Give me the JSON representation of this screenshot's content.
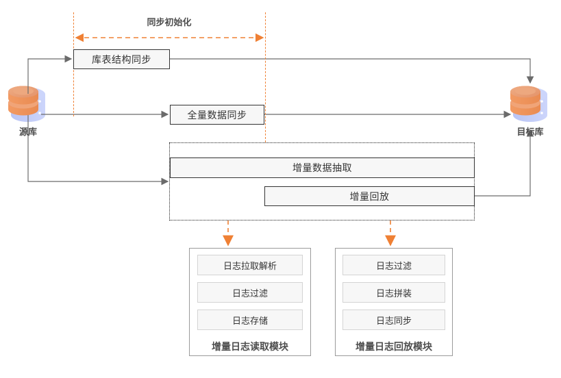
{
  "diagram": {
    "title_span": "同步初始化",
    "colors": {
      "accent_orange": "#ef8034",
      "box_fill": "#f7f7f7",
      "box_border": "#333333",
      "line_gray": "#6b6b6b",
      "text_gray": "#4d4d4d",
      "db_body": "#c3cdf7",
      "db_band": "#ef9d6b"
    },
    "source_db": {
      "label": "源库",
      "icon": "database-icon"
    },
    "target_db": {
      "label": "目标库",
      "icon": "database-icon"
    },
    "stages": [
      {
        "id": "schema-sync",
        "label": "库表结构同步"
      },
      {
        "id": "full-data-sync",
        "label": "全量数据同步"
      },
      {
        "id": "incremental-extract",
        "label": "增量数据抽取"
      },
      {
        "id": "incremental-replay",
        "label": "增量回放"
      }
    ],
    "modules": [
      {
        "id": "log-read-module",
        "label": "增量日志读取模块",
        "items": [
          "日志拉取解析",
          "日志过滤",
          "日志存储"
        ]
      },
      {
        "id": "log-replay-module",
        "label": "增量日志回放模块",
        "items": [
          "日志过滤",
          "日志拼装",
          "日志同步"
        ]
      }
    ]
  }
}
